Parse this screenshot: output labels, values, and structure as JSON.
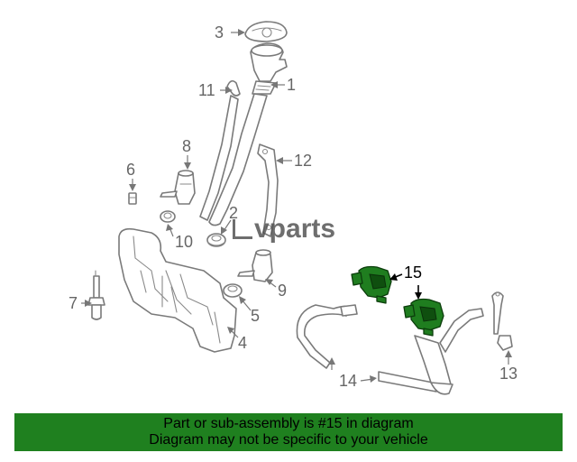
{
  "watermark": "vparts",
  "callouts": {
    "c1": "1",
    "c2": "2",
    "c3": "3",
    "c4": "4",
    "c5": "5",
    "c6": "6",
    "c7": "7",
    "c8": "8",
    "c9": "9",
    "c10": "10",
    "c11": "11",
    "c12": "12",
    "c13": "13",
    "c14": "14",
    "c15": "15"
  },
  "highlight_color": "#1f801f",
  "banner": {
    "line1": "Part or sub-assembly is #15 in diagram",
    "line2": "Diagram may not be specific to your vehicle"
  }
}
